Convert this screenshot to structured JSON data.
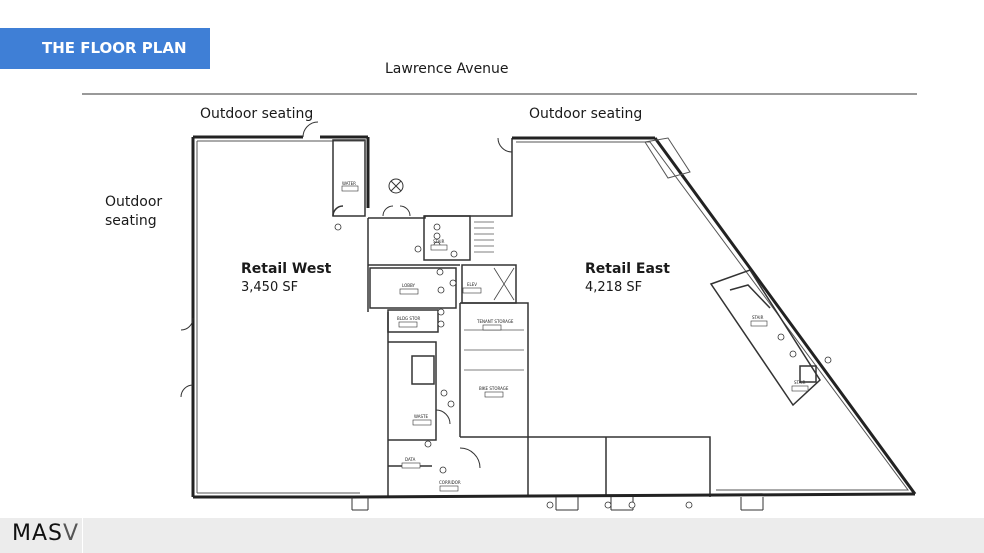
{
  "header": {
    "title": "THE FLOOR PLAN"
  },
  "street": "Lawrence Avenue",
  "outdoor_seating": {
    "left_line1": "Outdoor",
    "left_line2": "seating",
    "middle": "Outdoor seating",
    "right": "Outdoor seating"
  },
  "units": {
    "west": {
      "name": "Retail West",
      "area": "3,450 SF"
    },
    "east": {
      "name": "Retail East",
      "area": "4,218 SF"
    }
  },
  "rooms": {
    "water": "WATER",
    "stair": "STAIR",
    "lobby": "LOBBY",
    "elev": "ELEV",
    "bldg_stor": "BLDG STOR",
    "tenant_storage": "TENANT STORAGE",
    "bike_storage": "BIKE STORAGE",
    "waste": "WASTE",
    "data": "DATA",
    "corridor": "CORRIDOR",
    "stair_east": "STAIR",
    "stair_east_2": "STAIR"
  },
  "footer": {
    "brand_bold": "MAS",
    "brand_thin": "V"
  },
  "colors": {
    "banner": "#3f7fd6",
    "footer": "#ececec",
    "wall": "#222222"
  }
}
